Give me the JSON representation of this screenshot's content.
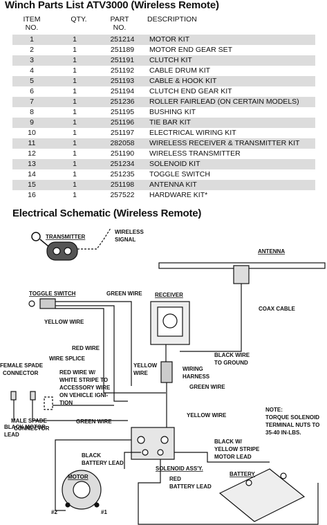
{
  "parts_list": {
    "title": "Winch Parts List ATV3000 (Wireless Remote)",
    "headers": {
      "item": [
        "ITEM",
        "NO."
      ],
      "qty": "QTY.",
      "part": [
        "PART",
        "NO."
      ],
      "description": "DESCRIPTION"
    },
    "rows": [
      {
        "item": "1",
        "qty": "1",
        "part": "251214",
        "description": "MOTOR KIT"
      },
      {
        "item": "2",
        "qty": "1",
        "part": "251189",
        "description": "MOTOR END GEAR SET"
      },
      {
        "item": "3",
        "qty": "1",
        "part": "251191",
        "description": "CLUTCH KIT"
      },
      {
        "item": "4",
        "qty": "1",
        "part": "251192",
        "description": "CABLE DRUM KIT"
      },
      {
        "item": "5",
        "qty": "1",
        "part": "251193",
        "description": "CABLE & HOOK KIT"
      },
      {
        "item": "6",
        "qty": "1",
        "part": "251194",
        "description": "CLUTCH END GEAR KIT"
      },
      {
        "item": "7",
        "qty": "1",
        "part": "251236",
        "description": "ROLLER FAIRLEAD (ON CERTAIN MODELS)"
      },
      {
        "item": "8",
        "qty": "1",
        "part": "251195",
        "description": "BUSHING KIT"
      },
      {
        "item": "9",
        "qty": "1",
        "part": "251196",
        "description": "TIE BAR KIT"
      },
      {
        "item": "10",
        "qty": "1",
        "part": "251197",
        "description": "ELECTRICAL WIRING KIT"
      },
      {
        "item": "11",
        "qty": "1",
        "part": "282058",
        "description": "WIRELESS RECEIVER & TRANSMITTER KIT"
      },
      {
        "item": "12",
        "qty": "1",
        "part": "251190",
        "description": "WIRELESS TRANSMITTER"
      },
      {
        "item": "13",
        "qty": "1",
        "part": "251234",
        "description": "SOLENOID KIT"
      },
      {
        "item": "14",
        "qty": "1",
        "part": "251235",
        "description": "TOGGLE SWITCH"
      },
      {
        "item": "15",
        "qty": "1",
        "part": "251198",
        "description": "ANTENNA KIT"
      },
      {
        "item": "16",
        "qty": "1",
        "part": "257522",
        "description": "HARDWARE KIT*"
      }
    ]
  },
  "schematic": {
    "title": "Electrical Schematic (Wireless Remote)",
    "labels": {
      "transmitter": "TRANSMITTER",
      "wireless_signal": [
        "WIRELESS",
        "SIGNAL"
      ],
      "antenna": "ANTENNA",
      "toggle_switch": "TOGGLE SWITCH",
      "green_wire_top": "GREEN WIRE",
      "receiver": "RECEIVER",
      "yellow_wire_top": "YELLOW WIRE",
      "coax_cable": "COAX CABLE",
      "red_wire": "RED WIRE",
      "black_wire_ground": [
        "BLACK WIRE",
        "TO GROUND"
      ],
      "female_spade": [
        "FEMALE SPADE",
        "CONNECTOR"
      ],
      "wire_splice": "WIRE SPLICE",
      "yellow_wire_mid": [
        "YELLOW",
        "WIRE"
      ],
      "wiring_harness": [
        "WIRING",
        "HARNESS"
      ],
      "red_white_stripe": [
        "RED WIRE W/",
        "WHITE STRIPE TO",
        "ACCESSORY WIRE",
        "ON VEHICLE IGNI-",
        "TION"
      ],
      "green_wire_mid": "GREEN WIRE",
      "yellow_wire_low": "YELLOW WIRE",
      "green_wire_low": "GREEN WIRE",
      "male_spade": [
        "MALE SPADE",
        "CONNECTOR"
      ],
      "note": [
        "NOTE:",
        "TORQUE SOLENOID",
        "TERMINAL NUTS TO",
        "35-40 IN-LBS."
      ],
      "black_motor_lead": [
        "BLACK MOTOR",
        "LEAD"
      ],
      "black_battery_lead": [
        "BLACK",
        "BATTERY LEAD"
      ],
      "black_yellow_stripe": [
        "BLACK W/",
        "YELLOW STRIPE",
        "MOTOR LEAD"
      ],
      "solenoid_assy": "SOLENOID ASS'Y.",
      "battery": "BATTERY",
      "motor": "MOTOR",
      "red_battery_lead": [
        "RED",
        "BATTERY LEAD"
      ],
      "motor_term_2": "#2",
      "motor_term_1": "#1"
    }
  },
  "colors": {
    "row_shade": "#dcdcdc",
    "ink": "#111111"
  }
}
